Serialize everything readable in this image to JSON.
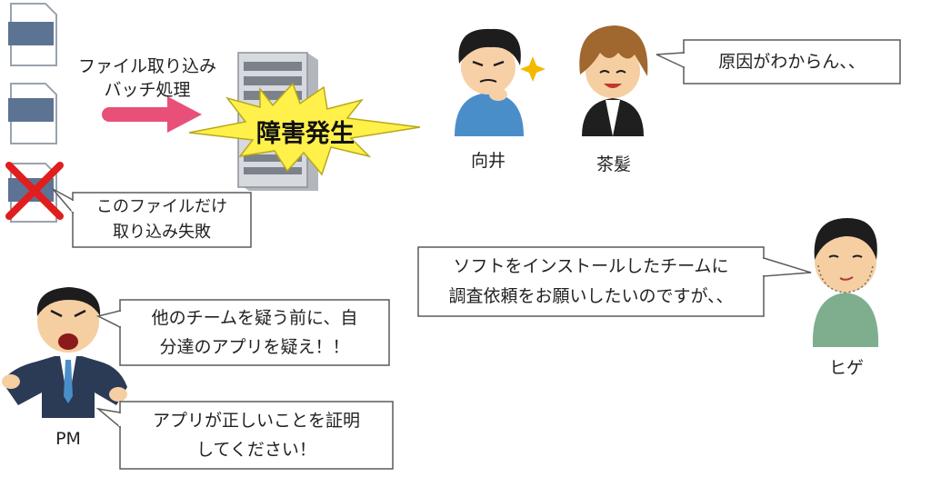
{
  "batch_label": [
    "ファイル取り込み",
    "バッチ処理"
  ],
  "incident_label": "障害発生",
  "failed_file_note": [
    "このファイルだけ",
    "取り込み失敗"
  ],
  "people": {
    "mukai": "向井",
    "chapatsu": "茶髪",
    "hige": "ヒゲ",
    "pm": "PM"
  },
  "speech": {
    "chapatsu": "原因がわからん、、",
    "hige": [
      "ソフトをインストールしたチームに",
      "調査依頼をお願いしたいのですが、、"
    ],
    "pm_1": [
      "他のチームを疑う前に、自",
      "分達のアプリを疑え！！"
    ],
    "pm_2": [
      "アプリが正しいことを証明",
      "してください！"
    ]
  },
  "colors": {
    "arrow": "#e8507a",
    "burst": "#fff04a",
    "cross": "#e01e1e",
    "document_bar": "#5d7393",
    "shirt_blue": "#4a8ec9",
    "shirt_green": "#7fae8f",
    "suit": "#2b3a55"
  }
}
